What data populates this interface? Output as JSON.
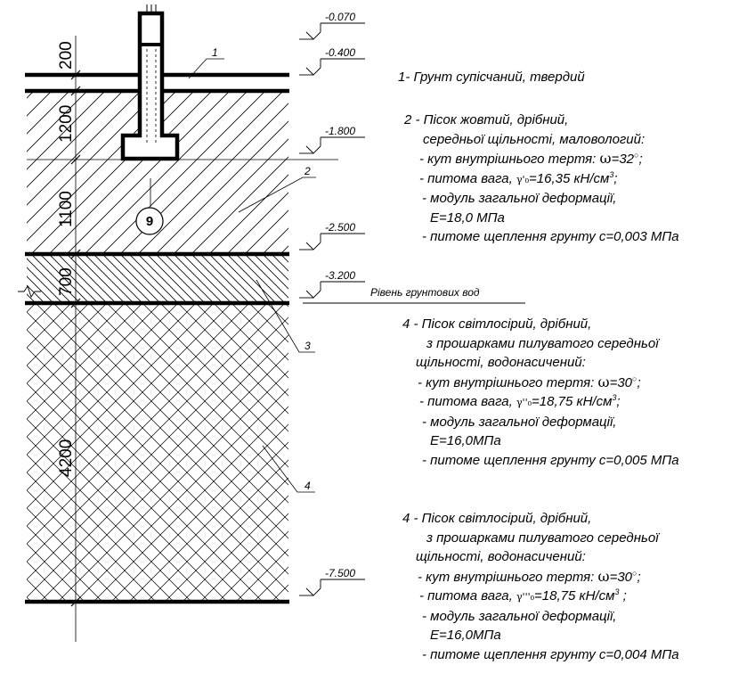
{
  "dimensions": [
    "200",
    "1200",
    "1100",
    "700",
    "4200"
  ],
  "elevations": [
    "-0.070",
    "-0.400",
    "-1.800",
    "-2.500",
    "-3.200",
    "-7.500"
  ],
  "groundwater_label": "Рівень грунтових вод",
  "callouts": [
    "1",
    "2",
    "3",
    "4"
  ],
  "section_marker": "9",
  "layer1": {
    "title": "1- Грунт супісчаний, твердий"
  },
  "layer2": {
    "title": "2 - Пісок жовтий, дрібний,",
    "title2": "середньої щільності, маловологий:",
    "friction_pre": "- кут внутрішнього тертя: ",
    "omega": "ω",
    "friction_val": "=32",
    "degree": "○",
    "friction_post": ";",
    "weight_pre": "- питома вага, ",
    "gamma": "γ'₀",
    "weight_val": "=16,35 кН/см",
    "cube": "3",
    "weight_post": ";",
    "modulus1": "- модуль загальної деформації,",
    "modulus2": "Е=18,0 МПа",
    "cohesion": "- питоме щеплення грунту с=0,003 МПа"
  },
  "layer4a": {
    "title": "4 - Пісок світлосірий, дрібний,",
    "title2": "з прошарками пилуватого середньої",
    "title3": "щільності, водонасичений:",
    "friction_pre": "- кут внутрішнього тертя: ",
    "omega": "ω",
    "friction_val": "=30",
    "degree": "○",
    "friction_post": ";",
    "weight_pre": "- питома вага, ",
    "gamma": "γ''₀",
    "weight_val": "=18,75 кН/см",
    "cube": "3",
    "weight_post": ";",
    "modulus1": "- модуль загальної деформації,",
    "modulus2": "Е=16,0МПа",
    "cohesion": "- питоме щеплення грунту с=0,005 МПа"
  },
  "layer4b": {
    "title": "4 - Пісок світлосірий, дрібний,",
    "title2": "з прошарками пилуватого середньої",
    "title3": "щільності, водонасичений:",
    "friction_pre": "- кут внутрішнього тертя: ",
    "omega": "ω",
    "friction_val": "=30",
    "degree": "○",
    "friction_post": ";",
    "weight_pre": "- питома вага, ",
    "gamma": "γ'''₀",
    "weight_val": "=18,75 кН/см",
    "cube": "3",
    "weight_post": " ;",
    "modulus1": "- модуль загальної деформації,",
    "modulus2": "Е=16,0МПа",
    "cohesion": "- питоме щеплення грунту с=0,004 МПа"
  }
}
